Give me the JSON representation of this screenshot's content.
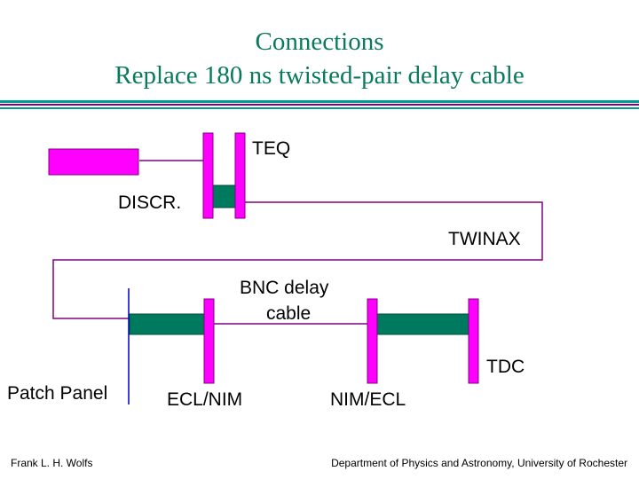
{
  "slide": {
    "title_line1": "Connections",
    "title_line2": "Replace 180 ns twisted-pair delay cable"
  },
  "labels": {
    "teq": "TEQ",
    "discr": "DISCR.",
    "twinax": "TWINAX",
    "bnc_line1": "BNC delay",
    "bnc_line2": "cable",
    "tdc": "TDC",
    "patch_panel": "Patch Panel",
    "ecl_nim": "ECL/NIM",
    "nim_ecl": "NIM/ECL"
  },
  "footer": {
    "author": "Frank L. H. Wolfs",
    "affiliation": "Department of Physics and Astronomy, University of Rochester"
  },
  "colors": {
    "title": "#0a7a5c",
    "module_magenta": "#ff00ff",
    "cable_teal": "#007a5e",
    "wire_purple": "#800080",
    "patch_line_blue": "#0000cc",
    "rule_teal": "#00999a",
    "rule_purple": "#800080"
  }
}
